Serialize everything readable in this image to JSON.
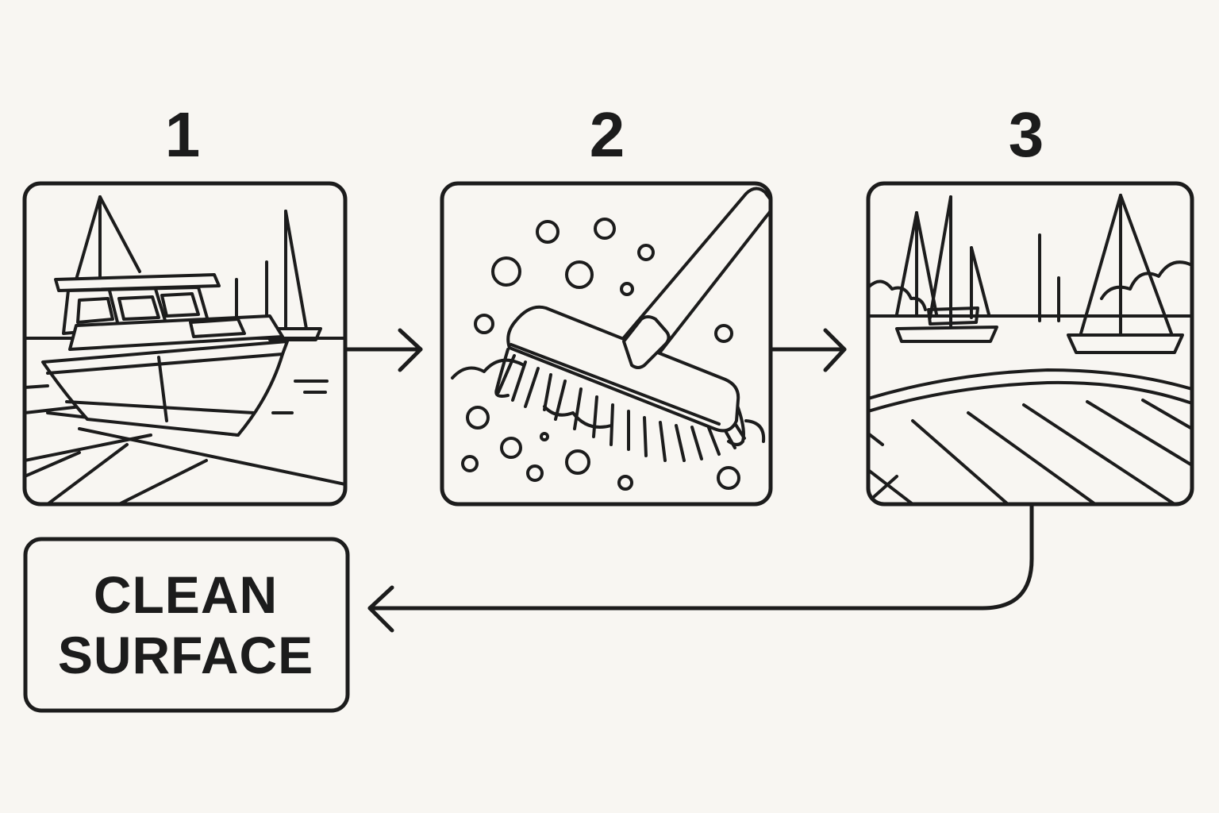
{
  "steps": [
    {
      "number": "1",
      "icon": "docked-boat-icon"
    },
    {
      "number": "2",
      "icon": "scrub-brush-icon"
    },
    {
      "number": "3",
      "icon": "clean-deck-icon"
    }
  ],
  "result": {
    "line1": "CLEAN",
    "line2": "SURFACE"
  },
  "colors": {
    "ink": "#1c1c1c",
    "background": "#f8f6f2"
  }
}
